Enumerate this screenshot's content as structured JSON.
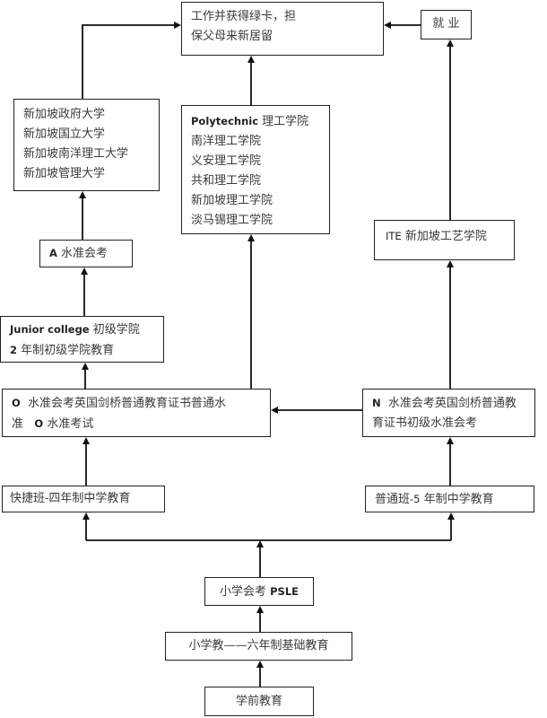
{
  "diagram": {
    "nodes": {
      "green_card": {
        "lines": [
          "工作并获得绿卡，担",
          "保父母来新居留"
        ]
      },
      "employment": {
        "lines": [
          "就 业"
        ]
      },
      "universities": {
        "lines": [
          "新加坡政府大学",
          "新加坡国立大学",
          "新加坡南洋理工大学",
          "新加坡管理大学"
        ]
      },
      "polytechnic": {
        "title_latin": "Polytechnic",
        "title_cn": " 理工学院",
        "lines": [
          "南洋理工学院",
          "义安理工学院",
          "共和理工学院",
          "新加坡理工学院",
          "淡马锡理工学院"
        ]
      },
      "ite": {
        "latin": "ITE",
        "cn": " 新加坡工艺学院"
      },
      "a_level": {
        "latin": "A",
        "cn": " 水准会考"
      },
      "junior_college": {
        "latin": "Junior college",
        "cn": " 初级学院",
        "line2_num": "2",
        "line2_cn": " 年制初级学院教育"
      },
      "o_level": {
        "latin": "O",
        "cn": "  水准会考英国剑桥普通教育证书普通水",
        "line2_cn": "准   ",
        "line2_latin": "O",
        "line2_cn2": " 水准考试"
      },
      "n_level": {
        "latin": "N",
        "cn": "  水准会考英国剑桥普通教",
        "line2": "育证书初级水准会考"
      },
      "express": {
        "cn": "快捷班",
        "latin": "-",
        "cn2": "四年制中学教育"
      },
      "normal": {
        "cn": "普通班",
        "latin": "-5",
        "cn2": " 年制中学教育"
      },
      "psle": {
        "cn": "小学会考 ",
        "latin": "PSLE"
      },
      "primary": {
        "lines": [
          "小学教——六年制基础教育"
        ]
      },
      "preschool": {
        "lines": [
          "学前教育"
        ]
      }
    },
    "edges": [
      {
        "from": "universities",
        "to": "green_card"
      },
      {
        "from": "polytechnic",
        "to": "green_card"
      },
      {
        "from": "employment",
        "to": "green_card"
      },
      {
        "from": "ite",
        "to": "employment"
      },
      {
        "from": "a_level",
        "to": "universities"
      },
      {
        "from": "junior_college",
        "to": "a_level"
      },
      {
        "from": "o_level",
        "to": "junior_college"
      },
      {
        "from": "o_level",
        "to": "polytechnic"
      },
      {
        "from": "n_level",
        "to": "o_level"
      },
      {
        "from": "n_level",
        "to": "ite"
      },
      {
        "from": "express",
        "to": "o_level"
      },
      {
        "from": "normal",
        "to": "n_level"
      },
      {
        "from": "psle",
        "to": "express"
      },
      {
        "from": "psle",
        "to": "normal"
      },
      {
        "from": "primary",
        "to": "psle"
      },
      {
        "from": "preschool",
        "to": "primary"
      }
    ],
    "line_color": "#111111"
  }
}
